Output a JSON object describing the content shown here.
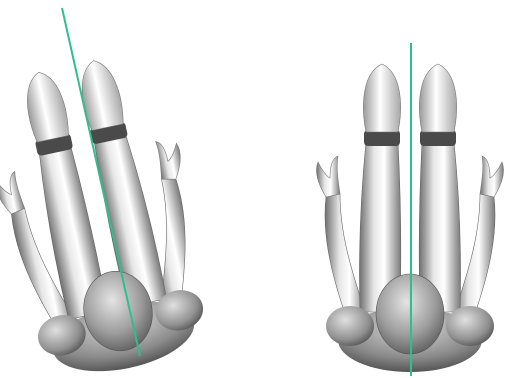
{
  "figures": [
    {
      "id": "left",
      "pose": "tilted",
      "line_tilt_deg": -15
    },
    {
      "id": "right",
      "pose": "upright",
      "line_tilt_deg": 0
    }
  ],
  "colors": {
    "background": "#ffffff",
    "axis_line": "#2fbf8f",
    "body_light": "#e8e8e8",
    "body_mid": "#b9b9b9",
    "body_dark": "#6f6f6f",
    "knee_band": "#4a4a4a"
  }
}
